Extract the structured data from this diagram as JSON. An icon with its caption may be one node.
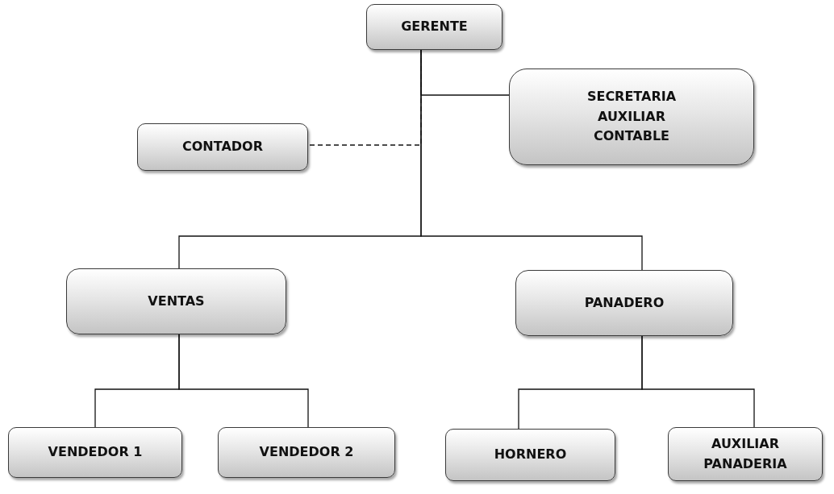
{
  "diagram": {
    "nodes": [
      {
        "text": [
          "GERENTE"
        ]
      },
      {
        "text": [
          "SECRETARIA AUXILIAR CONTABLE"
        ]
      },
      {
        "text": [
          "CONTADOR"
        ]
      },
      {
        "text": [
          "VENTAS"
        ]
      },
      {
        "text": [
          "PANADERO"
        ]
      },
      {
        "text": [
          "VENDEDOR 1"
        ]
      },
      {
        "text": [
          "VENDEDOR 2"
        ]
      },
      {
        "text": [
          "HORNERO"
        ]
      },
      {
        "text": [
          "AUXILIAR PANADERIA"
        ]
      }
    ],
    "edges": [
      {
        "from": 0,
        "to": 1,
        "arrow": "none"
      },
      {
        "from": 0,
        "to": 2,
        "arrow": "none",
        "style": "dashed"
      },
      {
        "from": 0,
        "to": 3,
        "arrow": "none"
      },
      {
        "from": 0,
        "to": 4,
        "arrow": "none"
      },
      {
        "from": 3,
        "to": 5,
        "arrow": "none"
      },
      {
        "from": 3,
        "to": 6,
        "arrow": "none"
      },
      {
        "from": 4,
        "to": 7,
        "arrow": "none"
      },
      {
        "from": 4,
        "to": 8,
        "arrow": "none"
      }
    ]
  }
}
